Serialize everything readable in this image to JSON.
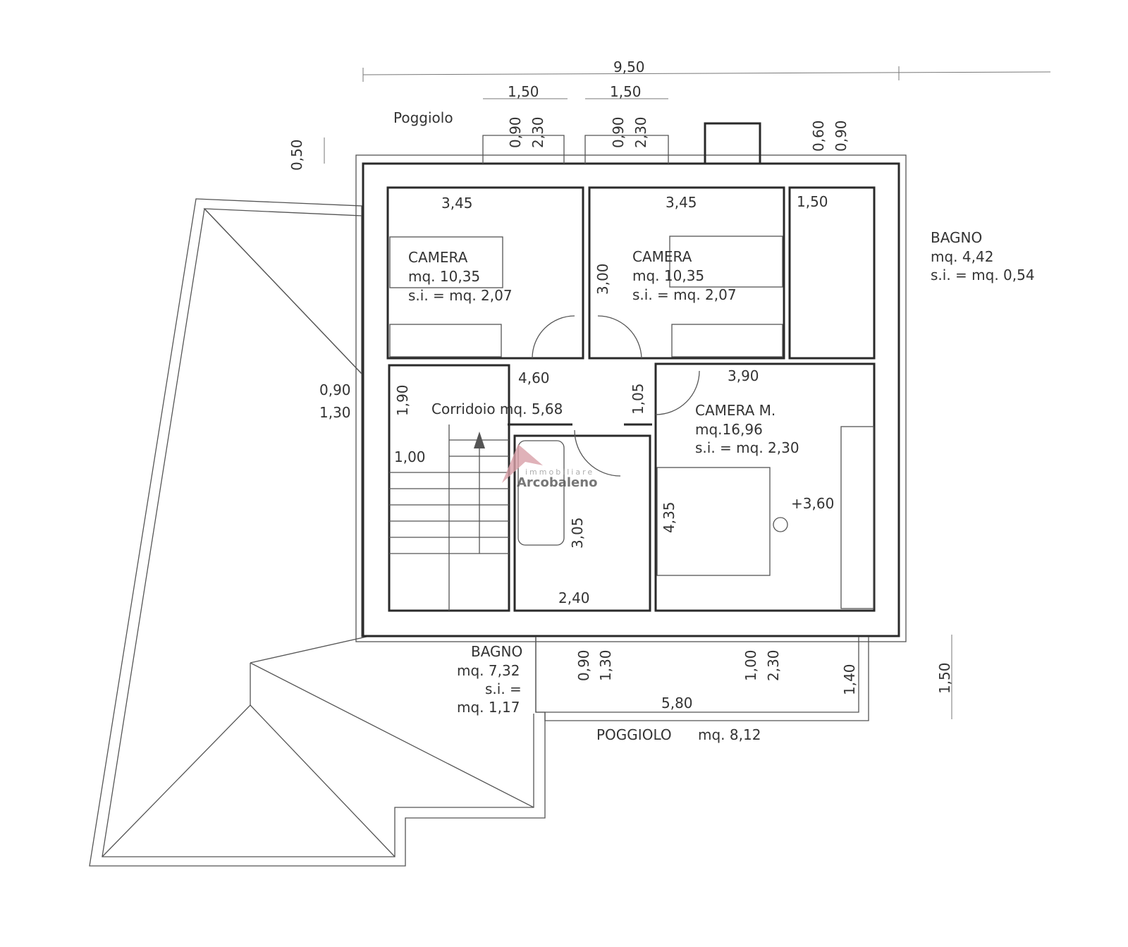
{
  "rooms": {
    "camera1": {
      "name": "CAMERA",
      "area": "mq. 10,35",
      "si": "s.i. = mq. 2,07"
    },
    "camera2": {
      "name": "CAMERA",
      "area": "mq. 10,35",
      "si": "s.i. = mq. 2,07"
    },
    "bagno_top": {
      "name": "BAGNO",
      "area": "mq. 4,42",
      "si": "s.i. = mq. 0,54"
    },
    "corridoio": {
      "name": "Corridoio mq. 5,68"
    },
    "camera_m": {
      "name": "CAMERA M.",
      "area": "mq.16,96",
      "si": "s.i. = mq. 2,30"
    },
    "bagno_bottom": {
      "name": "BAGNO",
      "area": "mq. 7,32",
      "si1": "s.i. =",
      "si2": "mq. 1,17"
    },
    "poggiolo_bottom": {
      "name": "POGGIOLO",
      "area": "mq. 8,12"
    },
    "poggiolo_top": {
      "name": "Poggiolo"
    }
  },
  "dimensions": {
    "total_width": "9,50",
    "win1_width": "1,50",
    "win2_width": "1,50",
    "win1_a": "0,90",
    "win1_b": "2,30",
    "win2_a": "0,90",
    "win2_b": "2,30",
    "win3_a": "0,60",
    "win3_b": "0,90",
    "overhang": "0,50",
    "cam1_w": "3,45",
    "cam2_w": "3,45",
    "bagno_w": "1,50",
    "cam_h": "3,00",
    "corr_w": "4,60",
    "corr_h": "1,90",
    "side_win_a": "0,90",
    "side_win_b": "1,30",
    "stair_w": "1,00",
    "door_h": "1,05",
    "cam_m_w": "3,90",
    "bath_h": "3,05",
    "bath_w": "2,40",
    "cam_m_h": "4,35",
    "elevation": "+3,60",
    "bw_a": "0,90",
    "bw_b": "1,30",
    "cw_a": "1,00",
    "cw_b": "2,30",
    "pog_w": "5,80",
    "pog_h": "1,40",
    "right_dim": "1,50"
  },
  "watermark": {
    "line1": "immobiliare",
    "line2": "Arcobaleno"
  }
}
